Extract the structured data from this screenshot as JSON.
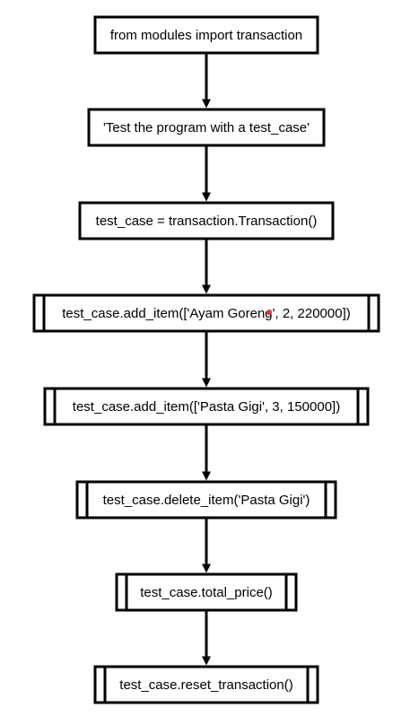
{
  "diagram": {
    "type": "flowchart",
    "nodes": [
      {
        "id": "n1",
        "kind": "process",
        "label": "from modules import transaction"
      },
      {
        "id": "n2",
        "kind": "process",
        "label": "'Test the program with a test_case'"
      },
      {
        "id": "n3",
        "kind": "process",
        "label": "test_case = transaction.Transaction()"
      },
      {
        "id": "n4",
        "kind": "subroutine",
        "label": "test_case.add_item(['Ayam Goreng', 2, 220000])"
      },
      {
        "id": "n5",
        "kind": "subroutine",
        "label": "test_case.add_item(['Pasta Gigi', 3, 150000])"
      },
      {
        "id": "n6",
        "kind": "subroutine",
        "label": "test_case.delete_item('Pasta Gigi')"
      },
      {
        "id": "n7",
        "kind": "subroutine",
        "label": "test_case.total_price()"
      },
      {
        "id": "n8",
        "kind": "subroutine",
        "label": "test_case.reset_transaction()"
      }
    ],
    "edges": [
      {
        "from": "n1",
        "to": "n2"
      },
      {
        "from": "n2",
        "to": "n3"
      },
      {
        "from": "n3",
        "to": "n4"
      },
      {
        "from": "n4",
        "to": "n5"
      },
      {
        "from": "n5",
        "to": "n6"
      },
      {
        "from": "n6",
        "to": "n7"
      },
      {
        "from": "n7",
        "to": "n8"
      }
    ],
    "colors": {
      "stroke": "#000000",
      "fill": "#ffffff",
      "text": "#000000",
      "cursor_dot": "#e53935"
    }
  }
}
